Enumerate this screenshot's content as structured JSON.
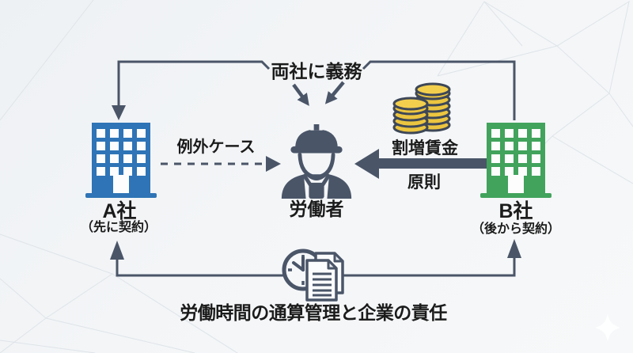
{
  "labels": {
    "top_obligation": "両社に義務",
    "company_a_name": "A社",
    "company_a_note": "（先に契約）",
    "company_b_name": "B社",
    "company_b_note": "（後から契約）",
    "worker": "労働者",
    "exception_case": "例外ケース",
    "premium_wage": "割増賃金",
    "principle": "原則",
    "bottom_caption": "労働時間の通算管理と企業の責任"
  },
  "icons": {
    "company_a": "building-icon",
    "company_b": "building-icon",
    "worker": "worker-hardhat-icon",
    "premium": "coin-stacks-icon",
    "time": "clock-icon",
    "records": "documents-icon",
    "decor": "sparkle-icon"
  },
  "colors": {
    "line": "#4a5568",
    "company_a": "#2e74b6",
    "company_b": "#41a35c",
    "coin": "#ecc540",
    "coin_outline": "#3d4757",
    "text": "#1b1b1b",
    "background": "#f3f5f7",
    "mesh": "#dfe4e9"
  }
}
